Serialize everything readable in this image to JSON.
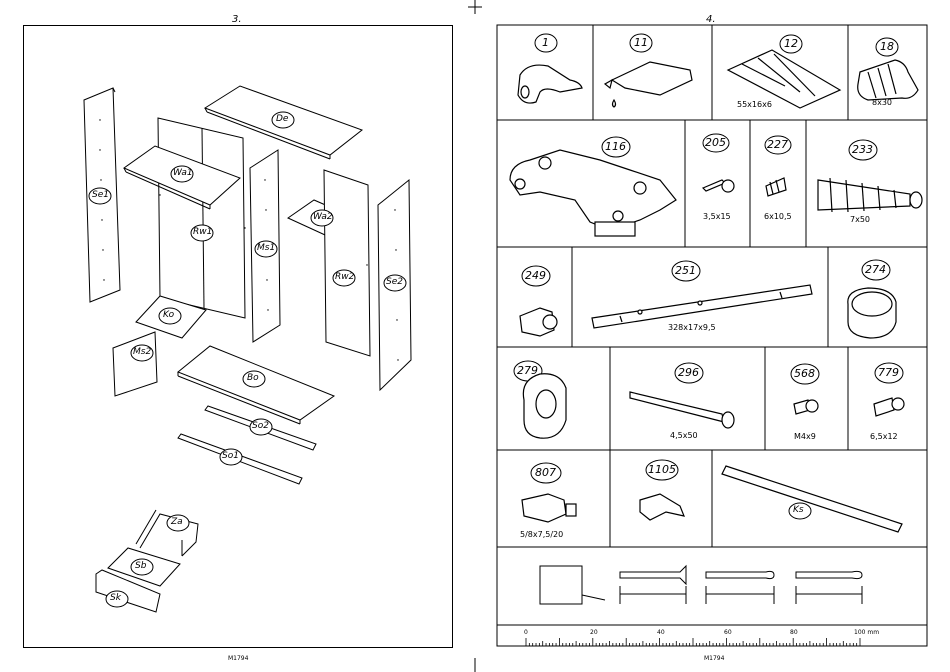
{
  "left_page": {
    "page_number": "3.",
    "footer_code": "M1794",
    "parts": [
      {
        "id": "Se1"
      },
      {
        "id": "De"
      },
      {
        "id": "Wa1"
      },
      {
        "id": "Rw1"
      },
      {
        "id": "Ms1"
      },
      {
        "id": "Wa2"
      },
      {
        "id": "Rw2"
      },
      {
        "id": "Se2"
      },
      {
        "id": "Ko"
      },
      {
        "id": "Ms2"
      },
      {
        "id": "Bo"
      },
      {
        "id": "So2"
      },
      {
        "id": "So1"
      },
      {
        "id": "Za"
      },
      {
        "id": "Sb"
      },
      {
        "id": "Sk"
      }
    ]
  },
  "right_page": {
    "page_number": "4.",
    "footer_code": "M1794",
    "hardware": [
      {
        "id": "1",
        "dim": ""
      },
      {
        "id": "11",
        "dim": ""
      },
      {
        "id": "12",
        "dim": "55x16x6"
      },
      {
        "id": "18",
        "dim": "8x30"
      },
      {
        "id": "116",
        "dim": ""
      },
      {
        "id": "205",
        "dim": "3,5x15"
      },
      {
        "id": "227",
        "dim": "6x10,5"
      },
      {
        "id": "233",
        "dim": "7x50"
      },
      {
        "id": "249",
        "dim": ""
      },
      {
        "id": "251",
        "dim": "328x17x9,5"
      },
      {
        "id": "274",
        "dim": ""
      },
      {
        "id": "279",
        "dim": ""
      },
      {
        "id": "296",
        "dim": "4,5x50"
      },
      {
        "id": "568",
        "dim": "M4x9"
      },
      {
        "id": "779",
        "dim": "6,5x12"
      },
      {
        "id": "807",
        "dim": "5/8x7,5/20"
      },
      {
        "id": "1105",
        "dim": ""
      },
      {
        "id": "Ks",
        "dim": ""
      }
    ],
    "ruler": {
      "ticks": [
        "0",
        "20",
        "40",
        "60",
        "80",
        "100 mm"
      ]
    }
  }
}
